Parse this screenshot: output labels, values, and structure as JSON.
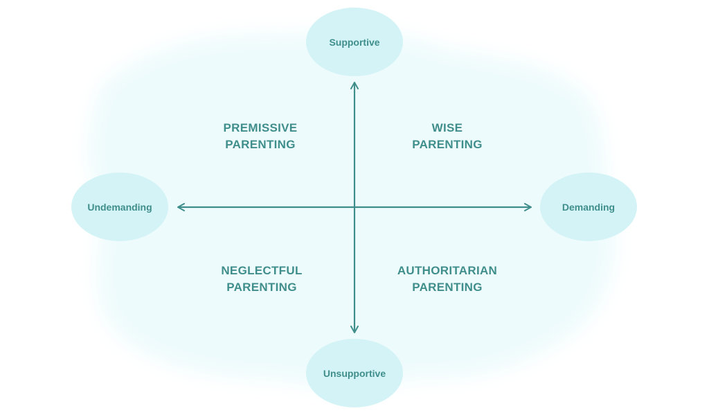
{
  "axes": {
    "top": "Supportive",
    "bottom": "Unsupportive",
    "left": "Undemanding",
    "right": "Demanding"
  },
  "quadrants": {
    "top_left": {
      "line1": "PREMISSIVE",
      "line2": "PARENTING"
    },
    "top_right": {
      "line1": "WISE",
      "line2": "PARENTING"
    },
    "bottom_left": {
      "line1": "NEGLECTFUL",
      "line2": "PARENTING"
    },
    "bottom_right": {
      "line1": "AUTHORITARIAN",
      "line2": "PARENTING"
    }
  },
  "colors": {
    "accent": "#3f8e8c",
    "bubble": "#d3f3f6",
    "cloud": "#eefbfc"
  }
}
